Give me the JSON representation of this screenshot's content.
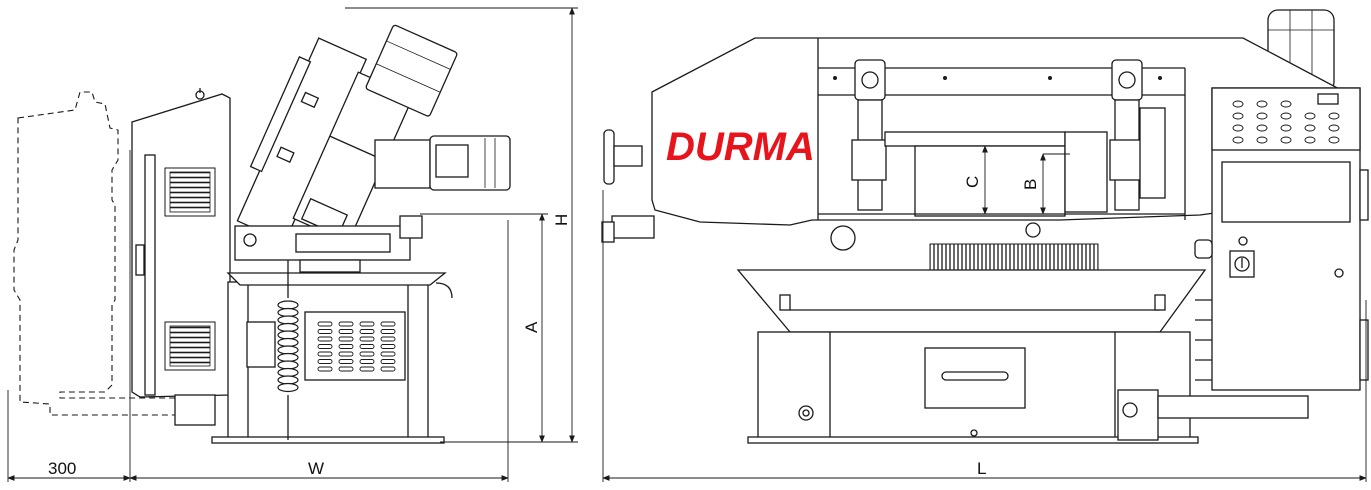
{
  "brand": {
    "text": "DURMA",
    "color": "#e8141c"
  },
  "dimensions": {
    "offset": "300",
    "width": "W",
    "height": "H",
    "table_height": "A",
    "length": "L",
    "cut_height_b": "B",
    "cut_height_c": "C"
  }
}
